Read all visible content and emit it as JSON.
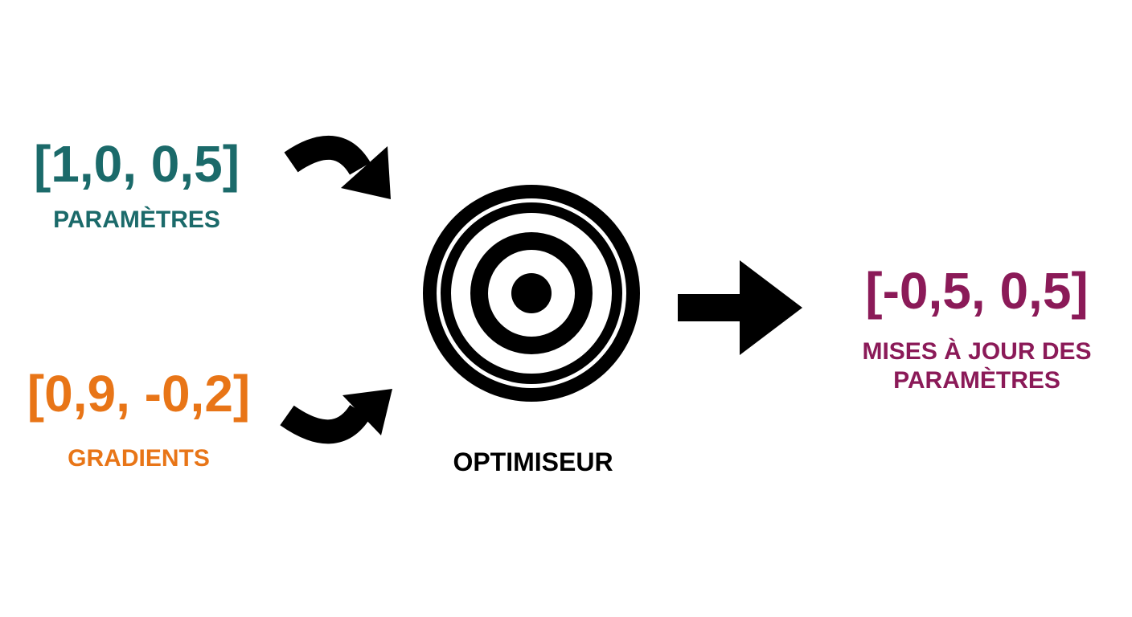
{
  "colors": {
    "parameters": "#1b6a6a",
    "gradients": "#e87517",
    "updates": "#8b1a58",
    "optimizer": "#000000"
  },
  "parameters": {
    "value": "[1,0, 0,5]",
    "label": "PARAMÈTRES"
  },
  "gradients": {
    "value": "[0,9, -0,2]",
    "label": "GRADIENTS"
  },
  "optimizer": {
    "icon": "target-icon",
    "label": "OPTIMISEUR"
  },
  "updates": {
    "value": "[-0,5, 0,5]",
    "label_line1": "MISES À JOUR DES",
    "label_line2": "PARAMÈTRES"
  }
}
